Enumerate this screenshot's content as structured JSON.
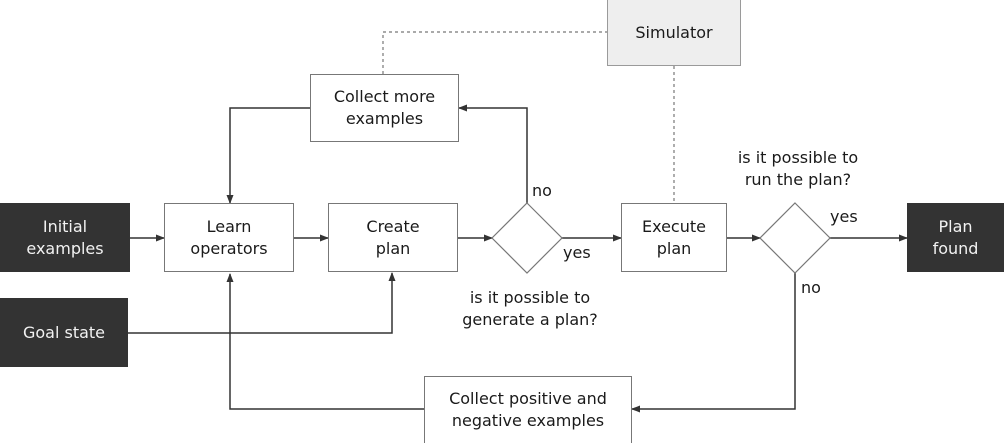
{
  "nodes": {
    "simulator": "Simulator",
    "collect_more": "Collect more\nexamples",
    "initial_examples": "Initial\nexamples",
    "learn_operators": "Learn\noperators",
    "create_plan": "Create\nplan",
    "execute_plan": "Execute\nplan",
    "plan_found": "Plan\nfound",
    "goal_state": "Goal state",
    "collect_pos_neg": "Collect positive and\nnegative examples"
  },
  "decisions": {
    "generate_question": "is it possible to\ngenerate a plan?",
    "generate_no": "no",
    "generate_yes": "yes",
    "run_question": "is it possible to\nrun the plan?",
    "run_yes": "yes",
    "run_no": "no"
  },
  "colors": {
    "dark_fill": "#333333",
    "dark_text": "#f2f2f2",
    "simulator_fill": "#eeeeee",
    "line": "#333333",
    "box_border": "#777777"
  }
}
